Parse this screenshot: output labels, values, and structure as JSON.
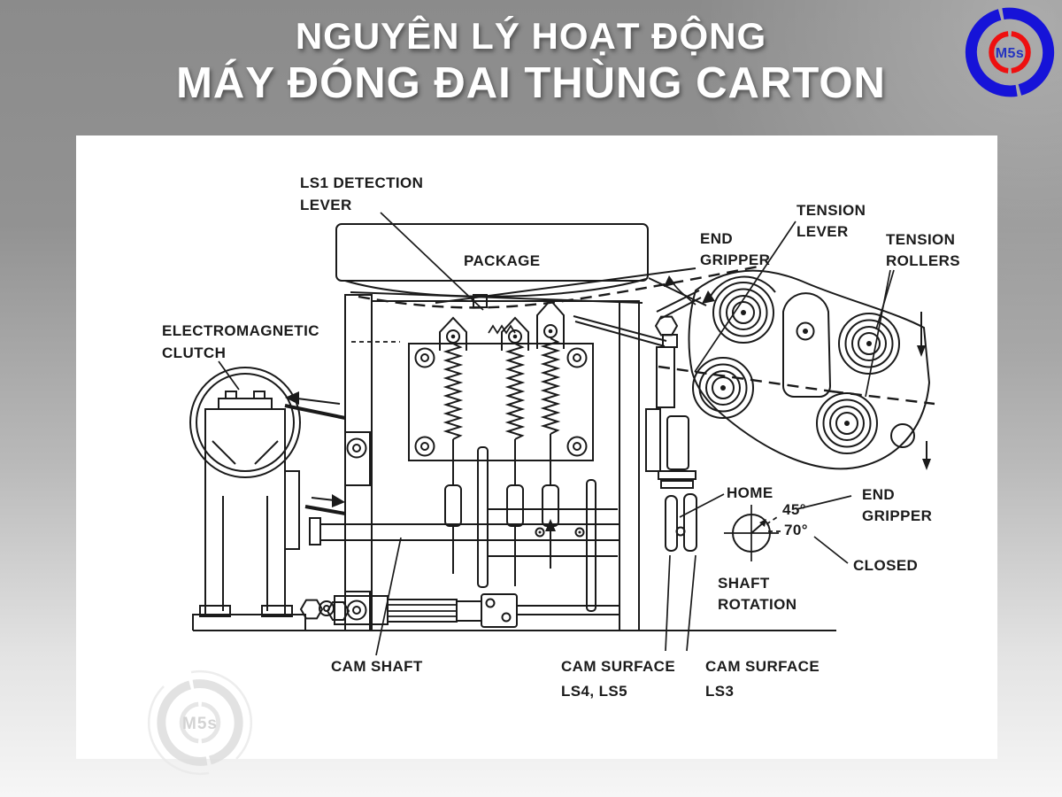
{
  "slide": {
    "title_line1": "NGUYÊN LÝ HOẠT ĐỘNG",
    "title_line2": "MÁY ĐÓNG ĐAI THÙNG CARTON"
  },
  "logo": {
    "text": "M5s"
  },
  "watermark": {
    "text": "M5s"
  },
  "colors": {
    "background_top": "#8b8b8b",
    "background_bottom": "#f6f6f6",
    "panel": "#ffffff",
    "diagram_line": "#1a1a1a",
    "title_text": "#ffffff",
    "logo_blue": "#1613d8",
    "logo_red": "#ee1010",
    "logo_text_blue": "#2433c0"
  },
  "diagram": {
    "labels": {
      "ls1_detection_lever": {
        "line1": "LS1 DETECTION",
        "line2": "LEVER"
      },
      "package": "PACKAGE",
      "electromagnetic_clutch": {
        "line1": "ELECTROMAGNETIC",
        "line2": "CLUTCH"
      },
      "end_gripper_top": {
        "line1": "END",
        "line2": "GRIPPER"
      },
      "tension_lever": {
        "line1": "TENSION",
        "line2": "LEVER"
      },
      "tension_rollers": {
        "line1": "TENSION",
        "line2": "ROLLERS"
      },
      "home": "HOME",
      "angle_45": "45°",
      "angle_70": "70°",
      "end_gripper_bottom": {
        "line1": "END",
        "line2": "GRIPPER"
      },
      "closed": "CLOSED",
      "shaft_rotation": {
        "line1": "SHAFT",
        "line2": "ROTATION"
      },
      "cam_shaft": "CAM SHAFT",
      "cam_surface_ls4_ls5": {
        "line1": "CAM SURFACE",
        "line2": "LS4, LS5"
      },
      "cam_surface_ls3": {
        "line1": "CAM SURFACE",
        "line2": "LS3"
      }
    }
  }
}
